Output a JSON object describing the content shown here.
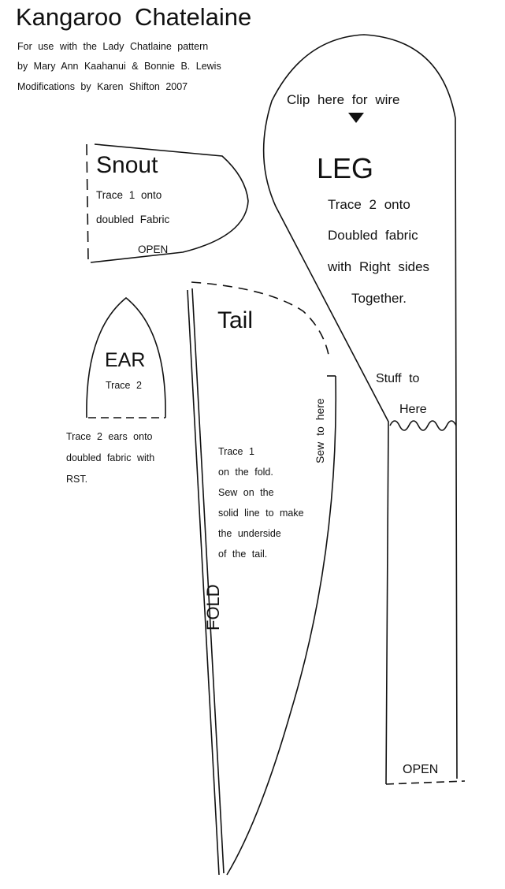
{
  "header": {
    "title": "Kangaroo  Chatelaine",
    "lines": [
      "For use with the Lady Chatlaine pattern",
      "by Mary Ann Kaahanui & Bonnie B. Lewis",
      "Modifications by Karen Shifton 2007"
    ]
  },
  "snout": {
    "name": "Snout",
    "lines": [
      "Trace 1 onto",
      "doubled Fabric"
    ],
    "open": "OPEN"
  },
  "ear": {
    "name": "EAR",
    "trace": "Trace 2",
    "note": [
      "Trace 2 ears onto",
      "doubled fabric with",
      "RST."
    ]
  },
  "tail": {
    "name": "Tail",
    "sew": "Sew to here",
    "fold": "FOLD",
    "lines": [
      "Trace 1",
      "on the fold.",
      "Sew on the",
      "solid line to make",
      "the underside",
      "of the tail."
    ]
  },
  "leg": {
    "clip": "Clip here for wire",
    "name": "LEG",
    "lines": [
      "Trace 2 onto",
      "Doubled fabric",
      "with Right sides",
      "Together."
    ],
    "stuff1": "Stuff to",
    "stuff2": "Here",
    "open": "OPEN"
  }
}
